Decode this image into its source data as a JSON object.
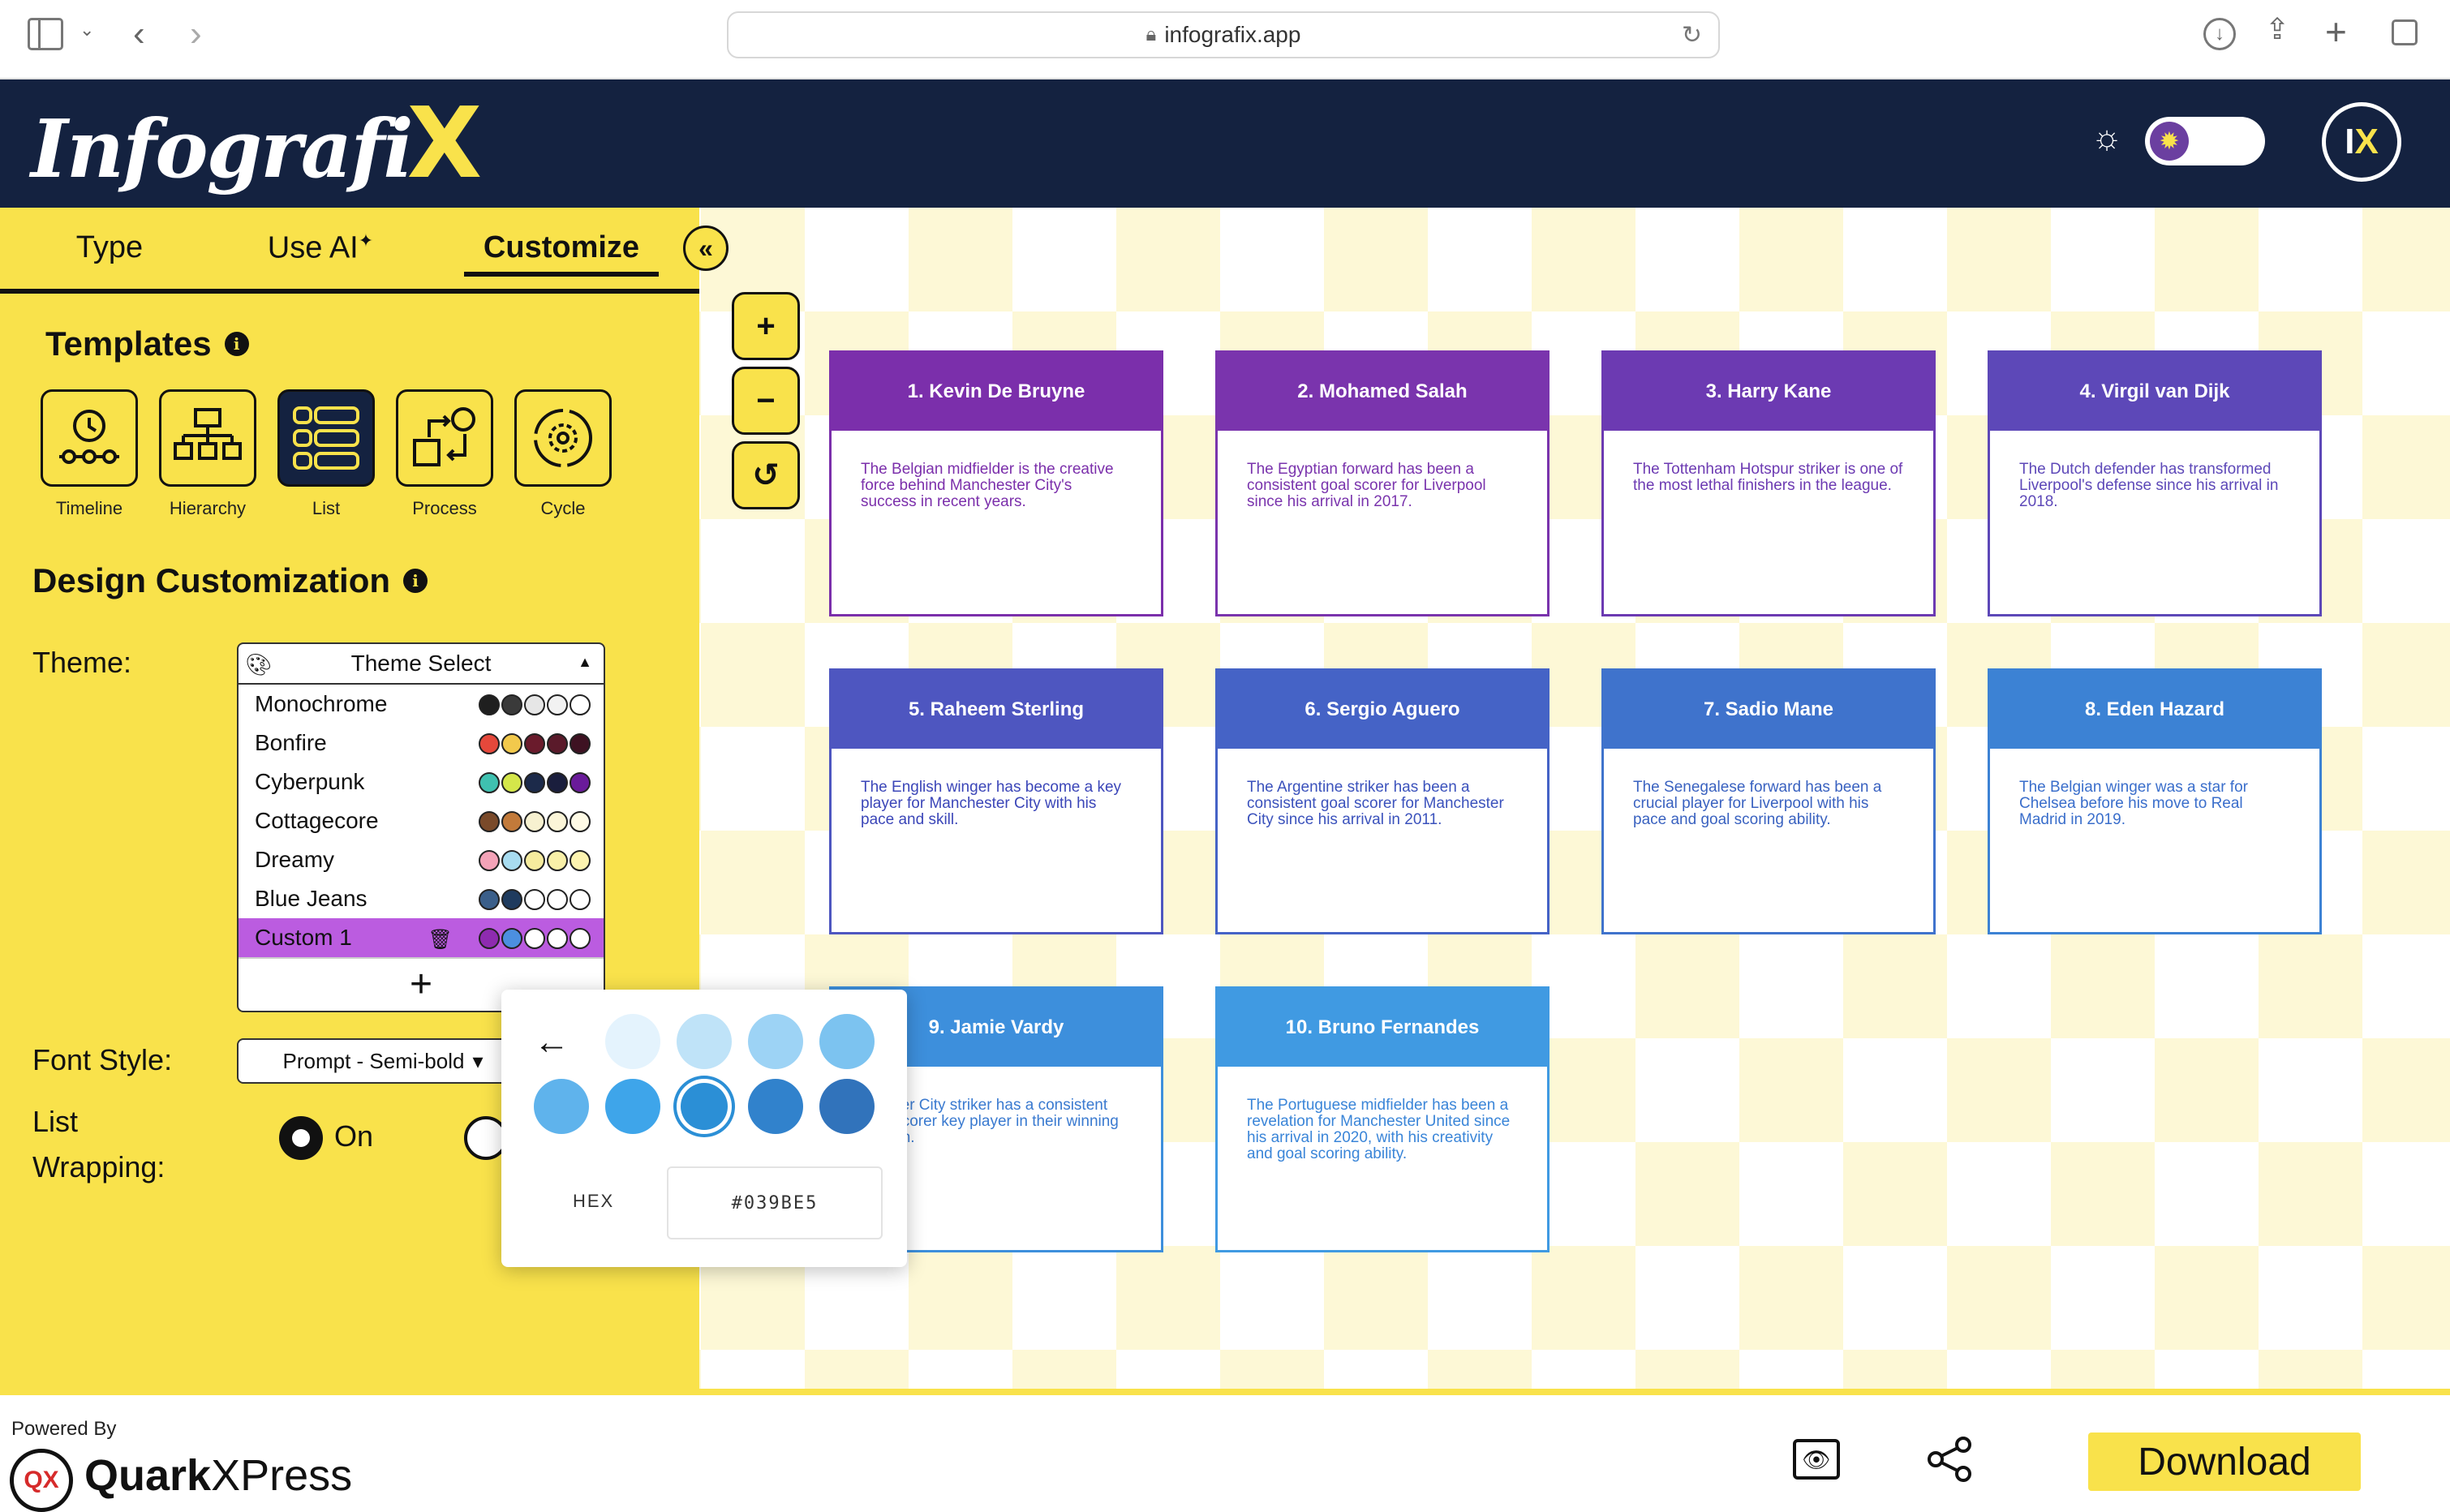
{
  "browser": {
    "url": "infografix.app"
  },
  "header": {
    "logo_text": "Infografi",
    "logo_x": "X",
    "badge_text": "I",
    "badge_x": "X"
  },
  "panel": {
    "tabs": [
      {
        "label": "Type"
      },
      {
        "label": "Use AI",
        "sup": "✦"
      },
      {
        "label": "Customize"
      }
    ],
    "templates_title": "Templates",
    "templates": [
      {
        "label": "Timeline"
      },
      {
        "label": "Hierarchy"
      },
      {
        "label": "List"
      },
      {
        "label": "Process"
      },
      {
        "label": "Cycle"
      }
    ],
    "design_title": "Design Customization",
    "theme_label": "Theme:",
    "theme_select": {
      "header": "Theme Select",
      "options": [
        {
          "name": "Monochrome",
          "colors": [
            "#1f1f1f",
            "#3a3a3a",
            "#e6e6e6",
            "#f2f2f2",
            "#ffffff"
          ]
        },
        {
          "name": "Bonfire",
          "colors": [
            "#e5483b",
            "#f2c94c",
            "#6a1b2c",
            "#5a1a2a",
            "#3e1222"
          ]
        },
        {
          "name": "Cyberpunk",
          "colors": [
            "#3fc1b0",
            "#d4e64a",
            "#1c2a4a",
            "#1a1e3d",
            "#6a1b9a"
          ]
        },
        {
          "name": "Cottagecore",
          "colors": [
            "#7a4a2a",
            "#c27a3a",
            "#f7f1d0",
            "#fbf5d8",
            "#fffbe6"
          ]
        },
        {
          "name": "Dreamy",
          "colors": [
            "#f4a3b8",
            "#a8dcf0",
            "#f6ec9e",
            "#f9f0a8",
            "#fdf4b0"
          ]
        },
        {
          "name": "Blue Jeans",
          "colors": [
            "#3b5f8a",
            "#1f3b5e",
            "#ffffff",
            "#ffffff",
            "#ffffff"
          ]
        },
        {
          "name": "Custom 1",
          "colors": [
            "#8e2bb0",
            "#4c8fe0",
            "#ffffff",
            "#ffffff",
            "#ffffff"
          ]
        }
      ],
      "selected": "Custom 1"
    },
    "font_label": "Font Style:",
    "font_value": "Prompt - Semi-bold",
    "wrap_label_1": "List",
    "wrap_label_2": "Wrapping:",
    "wrap_on_label": "On"
  },
  "picker": {
    "shades": [
      "#e4f3fd",
      "#bfe3f8",
      "#9dd3f5",
      "#7cc3f0",
      "#5fb3ec",
      "#3ea5ea",
      "#2b8fd6",
      "#3182cc",
      "#3173bb"
    ],
    "selected_index": 6,
    "hex_label": "HEX",
    "hex_value": "#039BE5"
  },
  "canvas": {
    "cards": [
      {
        "title": "1. Kevin De Bruyne",
        "body": "The Belgian midfielder is the creative force behind Manchester City's success in recent years.",
        "color": "#7b2fab",
        "text_color": "#7b2fab"
      },
      {
        "title": "2. Mohamed Salah",
        "body": "The Egyptian forward has been a consistent goal scorer for Liverpool since his arrival in 2017.",
        "color": "#7a34ad",
        "text_color": "#7a34ad"
      },
      {
        "title": "3. Harry Kane",
        "body": "The Tottenham Hotspur striker is one of the most lethal finishers in the league.",
        "color": "#6c3ab2",
        "text_color": "#6c3ab2"
      },
      {
        "title": "4. Virgil van Dijk",
        "body": "The Dutch defender has transformed Liverpool's defense since his arrival in 2018.",
        "color": "#5d48b8",
        "text_color": "#5d48b8"
      },
      {
        "title": "5. Raheem Sterling",
        "body": "The English winger has become a key player for Manchester City with his pace and skill.",
        "color": "#4e56c0",
        "text_color": "#3b46b8"
      },
      {
        "title": "6. Sergio Aguero",
        "body": "The Argentine striker has been a consistent goal scorer for Manchester City since his arrival in 2011.",
        "color": "#4563c6",
        "text_color": "#3b52bc"
      },
      {
        "title": "7. Sadio Mane",
        "body": "The Senegalese forward has been a crucial player for Liverpool with his pace and goal scoring ability.",
        "color": "#3f73cc",
        "text_color": "#3a62c0"
      },
      {
        "title": "8. Eden Hazard",
        "body": "The Belgian winger was a star for Chelsea before his move to Real Madrid in 2019.",
        "color": "#3c82d4",
        "text_color": "#3a6ecb"
      },
      {
        "title": "9. Jamie Vardy",
        "body": "eicester City striker has a consistent goal scorer key player in their winning season.",
        "color": "#3d8fdc",
        "text_color": "#3a7ad0"
      },
      {
        "title": "10. Bruno Fernandes",
        "body": "The Portuguese midfielder has been a revelation for Manchester United since his arrival in 2020, with his creativity and goal scoring ability.",
        "color": "#409ae2",
        "text_color": "#3a85d8"
      }
    ]
  },
  "footer": {
    "powered_by": "Powered By",
    "brand_mark": "QX",
    "brand_bold": "Quark",
    "brand_rest": "XPress",
    "download_label": "Download"
  }
}
